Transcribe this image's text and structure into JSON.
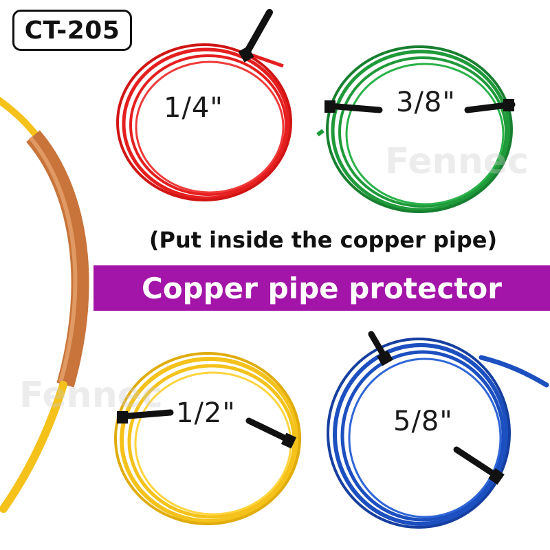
{
  "product_code": "CT-205",
  "sizes": [
    {
      "label": "1/4\"",
      "color": "#e51f1f"
    },
    {
      "label": "3/8\"",
      "color": "#1f9a3a"
    },
    {
      "label": "1/2\"",
      "color": "#f4c21a"
    },
    {
      "label": "5/8\"",
      "color": "#1c4fbf"
    }
  ],
  "note": "(Put inside the copper pipe)",
  "banner": {
    "text": "Copper pipe protector",
    "color": "#a314a8"
  },
  "watermark": "Fennec",
  "copper_color": "#c8743a",
  "tie_color": "#111111"
}
